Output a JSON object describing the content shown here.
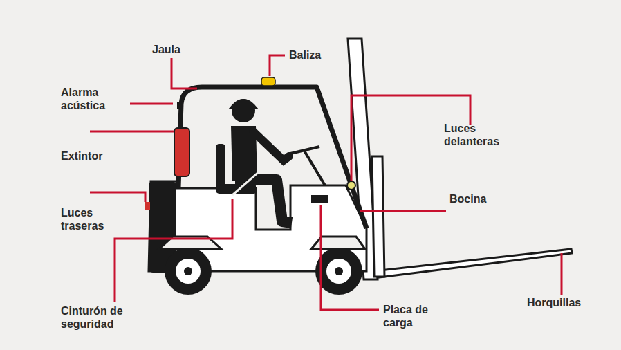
{
  "diagram": {
    "labels": [
      "Jaula",
      "Baliza",
      "Alarma acústica",
      "Extintor",
      "Luces traseras",
      "Cinturón de seguridad",
      "Luces delanteras",
      "Bocina",
      "Placa de carga",
      "Horquillas"
    ]
  }
}
